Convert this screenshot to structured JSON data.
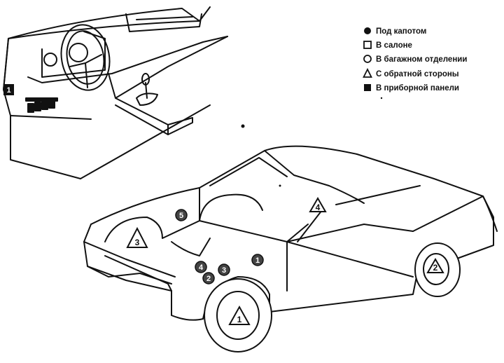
{
  "legend": {
    "items": [
      {
        "symbol": "filled-circle",
        "label": "Под капотом"
      },
      {
        "symbol": "square",
        "label": "В салоне"
      },
      {
        "symbol": "circle",
        "label": "В багажном отделении"
      },
      {
        "symbol": "triangle",
        "label": "С обратной стороны"
      },
      {
        "symbol": "filled-square",
        "label": "В приборной панели"
      }
    ]
  },
  "markers": {
    "dash": "1",
    "hood_5": "5",
    "hood_1": "1",
    "hood_4": "4",
    "hood_3": "3",
    "hood_2": "2",
    "tri_3": "3",
    "tri_4": "4",
    "tri_1": "1",
    "tri_2": "2"
  },
  "colors": {
    "ink": "#111111",
    "paper": "#ffffff"
  }
}
